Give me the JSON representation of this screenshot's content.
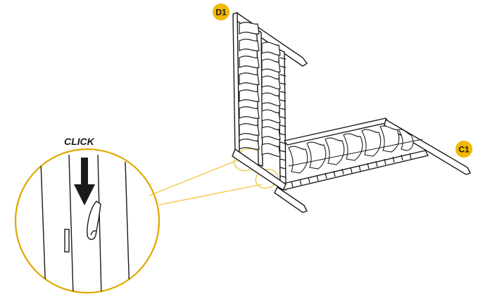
{
  "labels": {
    "click": "CLICK",
    "part_back": "D1",
    "part_seat": "C1"
  },
  "colors": {
    "badge_fill": "#F2B705",
    "callout_line": "#F2C94C",
    "zoom_ring": "#E0A800",
    "line": "#1a1a1a"
  },
  "icons": {
    "arrow": "arrow-down-icon"
  }
}
